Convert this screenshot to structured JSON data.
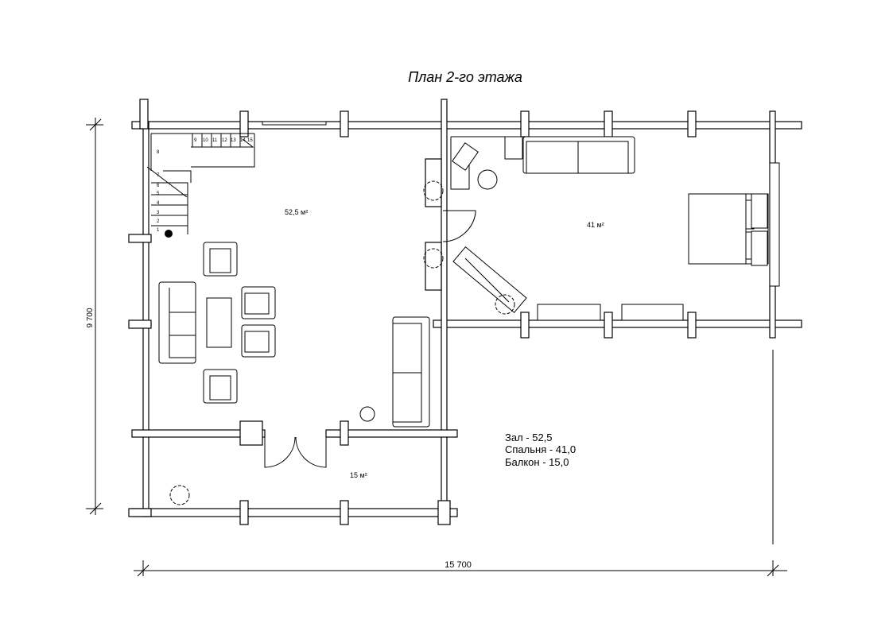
{
  "title": "План 2-го этажа",
  "rooms": {
    "hall_area": "52,5 м²",
    "bedroom_area": "41 м²",
    "balcony_area": "15 м²"
  },
  "legend": [
    "Зал - 52,5",
    "Спальня  - 41,0",
    "Балкон - 15,0"
  ],
  "dimensions": {
    "width": "15 700",
    "height": "9 700"
  },
  "stairs": {
    "steps": [
      "1",
      "2",
      "3",
      "4",
      "5",
      "6",
      "7",
      "8",
      "9",
      "10",
      "11",
      "12",
      "13",
      "14",
      "15"
    ]
  }
}
